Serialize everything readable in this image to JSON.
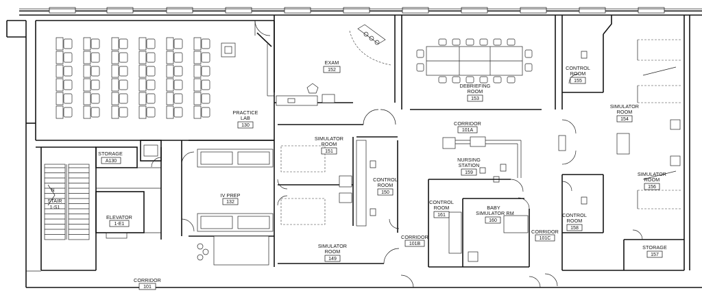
{
  "plan": {
    "rooms": [
      {
        "id": "practice-lab",
        "name": "PRACTICE\nLAB",
        "number": "130"
      },
      {
        "id": "storage-a130",
        "name": "STORAGE",
        "number": "A130"
      },
      {
        "id": "stair",
        "name": "STAIR",
        "number": "1-S1"
      },
      {
        "id": "elevator",
        "name": "ELEVATOR",
        "number": "1-E1"
      },
      {
        "id": "iv-prep",
        "name": "IV PREP",
        "number": "132"
      },
      {
        "id": "corridor-101",
        "name": "CORRIDOR",
        "number": "101"
      },
      {
        "id": "exam",
        "name": "EXAM",
        "number": "152"
      },
      {
        "id": "simulator-151",
        "name": "SIMULATOR\nROOM",
        "number": "151"
      },
      {
        "id": "control-150",
        "name": "CONTROL\nROOM",
        "number": "150"
      },
      {
        "id": "simulator-149",
        "name": "SIMULATOR\nROOM",
        "number": "149"
      },
      {
        "id": "corridor-101b",
        "name": "CORRIDOR",
        "number": "101B"
      },
      {
        "id": "debriefing",
        "name": "DEBRIEFING\nROOM",
        "number": "153"
      },
      {
        "id": "corridor-101a",
        "name": "CORRIDOR",
        "number": "101A"
      },
      {
        "id": "nursing-station",
        "name": "NURSING\nSTATION",
        "number": "159"
      },
      {
        "id": "control-161",
        "name": "CONTROL\nROOM",
        "number": "161"
      },
      {
        "id": "baby-sim",
        "name": "BABY\nSIMULATOR  RM",
        "number": "160"
      },
      {
        "id": "corridor-101c",
        "name": "CORRIDOR",
        "number": "101C"
      },
      {
        "id": "control-155",
        "name": "CONTROL\nROOM",
        "number": "155"
      },
      {
        "id": "simulator-154",
        "name": "SIMULATOR\nROOM",
        "number": "154"
      },
      {
        "id": "simulator-156",
        "name": "SIMULATOR\nROOM",
        "number": "156"
      },
      {
        "id": "control-158",
        "name": "CONTROL\nROOM",
        "number": "158"
      },
      {
        "id": "storage-157",
        "name": "STORAGE",
        "number": "157"
      }
    ],
    "stair_arrow": "N"
  }
}
